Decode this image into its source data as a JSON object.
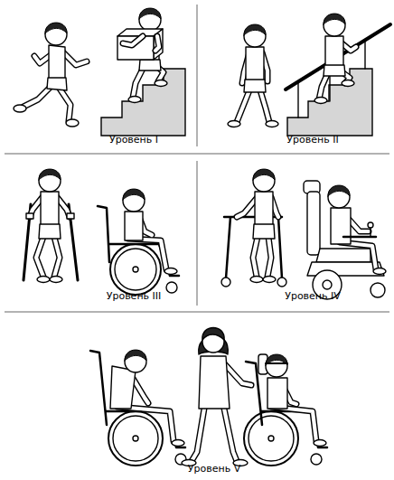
{
  "diagram": {
    "labels": [
      "Уровень I",
      "Уровень II",
      "Уровень III",
      "Уровень IV",
      "Уровень V"
    ]
  }
}
